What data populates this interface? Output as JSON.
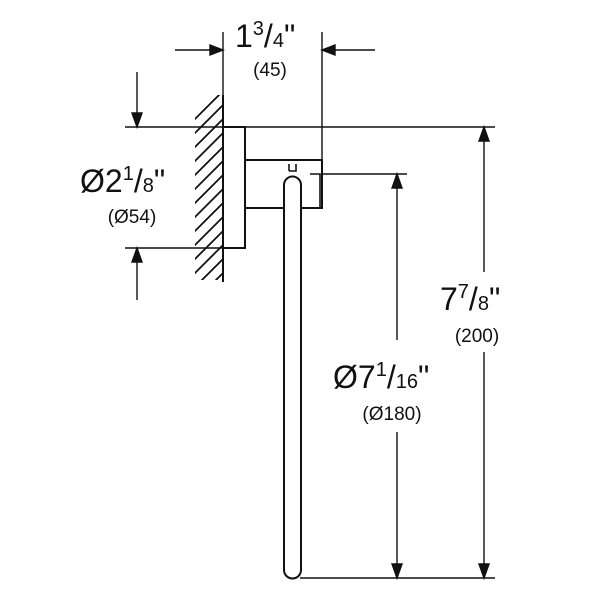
{
  "dimensions": {
    "depth": {
      "whole": "1",
      "num": "3",
      "den": "4",
      "inch": "\"",
      "metric": "(45)"
    },
    "base_diameter": {
      "prefix": "Ø2",
      "num": "1",
      "den": "8",
      "inch": "\"",
      "metric": "(Ø54)"
    },
    "height": {
      "whole": "7",
      "num": "7",
      "den": "8",
      "inch": "\"",
      "metric": "(200)"
    },
    "ring_diameter": {
      "prefix": "Ø7",
      "num": "1",
      "den": "16",
      "inch": "\"",
      "metric": "(Ø180)"
    }
  },
  "colors": {
    "line": "#111111",
    "background": "#ffffff"
  }
}
